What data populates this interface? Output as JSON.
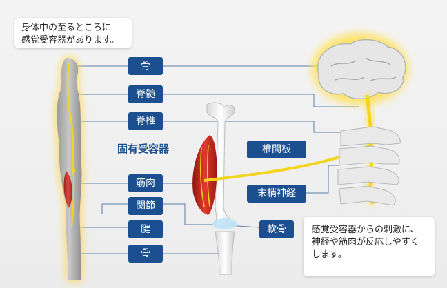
{
  "callouts": {
    "top": "身体中の至るところに\n感覚受容器があります。",
    "bottom": "感覚受容器からの刺激に、\n神経や筋肉が反応しやすく\nします。"
  },
  "heading": "固有受容器",
  "labels": {
    "bone_top": "骨",
    "spinal_cord": "脊髄",
    "vertebra": "脊椎",
    "muscle": "筋肉",
    "joint": "関節",
    "tendon": "腱",
    "bone_bottom": "骨",
    "intervertebral_disc": "椎間板",
    "peripheral_nerve": "末梢神経",
    "cartilage": "軟骨"
  },
  "colors": {
    "label_bg": "#1c4f8f",
    "label_text": "#ffffff",
    "heading": "#1c4f8f",
    "nerve": "#f3d51f",
    "glow": "#ffe25a",
    "muscle": "#c9271d",
    "line": "#5b7ea8"
  }
}
